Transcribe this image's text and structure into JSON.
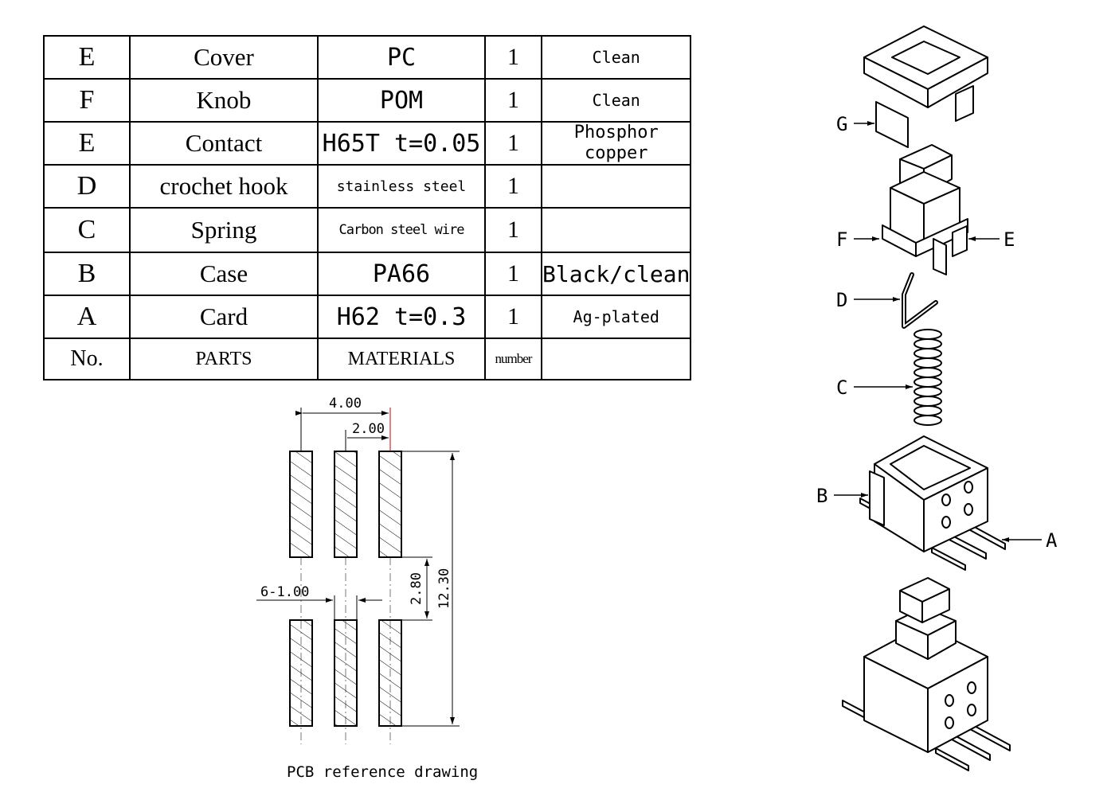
{
  "bom_table": {
    "rows": [
      {
        "id": "E",
        "part": "Cover",
        "material": "PC",
        "qty": "1",
        "note": "Clean"
      },
      {
        "id": "F",
        "part": "Knob",
        "material": "POM",
        "qty": "1",
        "note": "Clean"
      },
      {
        "id": "E",
        "part": "Contact",
        "material": "H65T t=0.05",
        "qty": "1",
        "note": "Phosphor copper"
      },
      {
        "id": "D",
        "part": "crochet hook",
        "material": "stainless steel",
        "qty": "1",
        "note": ""
      },
      {
        "id": "C",
        "part": "Spring",
        "material": "Carbon steel wire",
        "qty": "1",
        "note": ""
      },
      {
        "id": "B",
        "part": "Case",
        "material": "PA66",
        "qty": "1",
        "note": "Black/clean"
      },
      {
        "id": "A",
        "part": "Card",
        "material": "H62 t=0.3",
        "qty": "1",
        "note": "Ag-plated"
      }
    ],
    "header": {
      "id": "No.",
      "part": "PARTS",
      "material": "MATERIALS",
      "qty": "number",
      "note": ""
    }
  },
  "pcb_drawing": {
    "caption": "PCB reference drawing",
    "dim_overall_pitch": "4.00",
    "dim_pitch": "2.00",
    "dim_gap": "2.80",
    "dim_length": "12.30",
    "dim_pad_width": "6-1.00"
  },
  "exploded_view": {
    "labels": [
      "G",
      "F",
      "E",
      "D",
      "C",
      "B",
      "A"
    ]
  }
}
